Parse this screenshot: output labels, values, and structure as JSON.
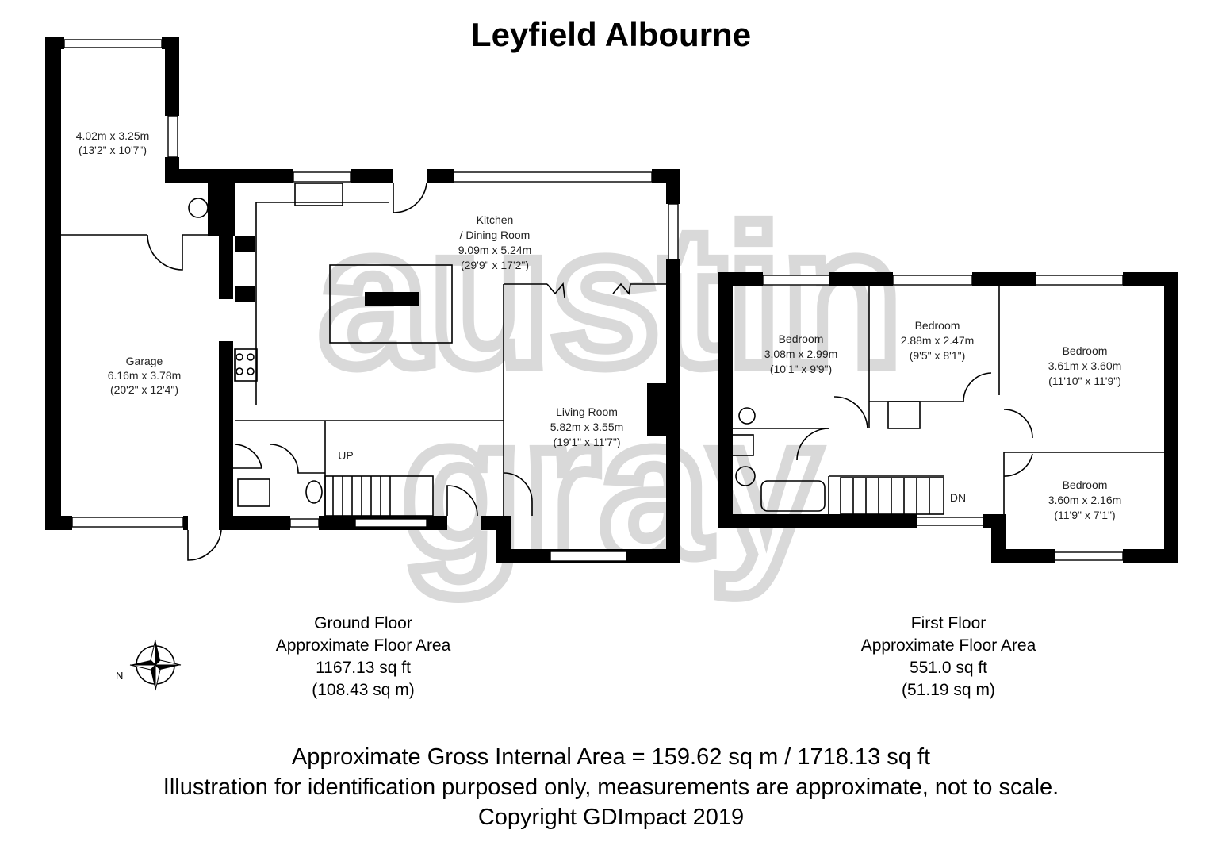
{
  "title": "Leyfield Albourne",
  "watermark": {
    "line1": "austin",
    "line2": "gray"
  },
  "ground_floor": {
    "rooms": {
      "conservatory": {
        "dims": "4.02m x 3.25m",
        "imperial": "(13'2\" x 10'7\")"
      },
      "garage": {
        "name": "Garage",
        "dims": "6.16m x 3.78m",
        "imperial": "(20'2\" x 12'4\")"
      },
      "kitchen": {
        "name1": "Kitchen",
        "name2": "/ Dining Room",
        "dims": "9.09m x 5.24m",
        "imperial": "(29'9\" x 17'2\")"
      },
      "living": {
        "name": "Living Room",
        "dims": "5.82m x 3.55m",
        "imperial": "(19'1\" x 11'7\")"
      }
    },
    "stairs_label": "UP",
    "caption": {
      "line1": "Ground Floor",
      "line2": "Approximate Floor Area",
      "line3": "1167.13 sq ft",
      "line4": "(108.43 sq m)"
    }
  },
  "first_floor": {
    "rooms": {
      "bed1": {
        "name": "Bedroom",
        "dims": "3.08m x 2.99m",
        "imperial": "(10'1\" x 9'9\")"
      },
      "bed2": {
        "name": "Bedroom",
        "dims": "2.88m x 2.47m",
        "imperial": "(9'5\" x 8'1\")"
      },
      "bed3": {
        "name": "Bedroom",
        "dims": "3.61m x 3.60m",
        "imperial": "(11'10\" x 11'9\")"
      },
      "bed4": {
        "name": "Bedroom",
        "dims": "3.60m x 2.16m",
        "imperial": "(11'9\" x 7'1\")"
      }
    },
    "stairs_label": "DN",
    "caption": {
      "line1": "First Floor",
      "line2": "Approximate Floor Area",
      "line3": "551.0 sq ft",
      "line4": "(51.19 sq m)"
    }
  },
  "compass_label": "N",
  "footer": {
    "gross": "Approximate Gross Internal Area = 159.62 sq m / 1718.13 sq ft",
    "disclaimer": "Illustration for identification purposed only, measurements are approximate, not to scale.",
    "copyright": "Copyright GDImpact 2019"
  }
}
